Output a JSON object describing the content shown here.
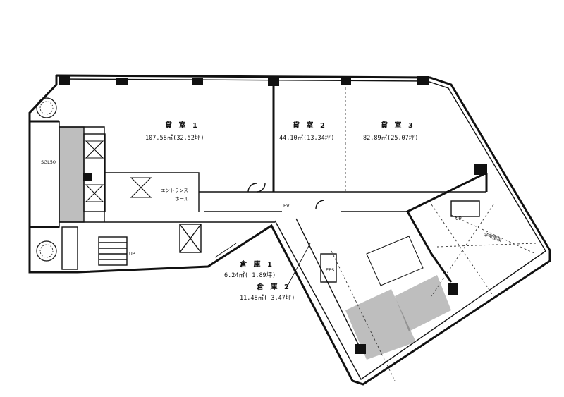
{
  "rooms": [
    {
      "name": "貸 室 1",
      "area": "107.58㎡(32.52坪)"
    },
    {
      "name": "貸 室 2",
      "area": "44.10㎡(13.34坪)"
    },
    {
      "name": "貸 室 3",
      "area": "82.89㎡(25.07坪)"
    },
    {
      "name": "倉 庫 1",
      "area": "6.24㎡( 1.89坪)"
    },
    {
      "name": "倉 庫 2",
      "area": "11.48㎡( 3.47坪)"
    }
  ],
  "labels": {
    "entrance": "エントランス",
    "hall": "ホール",
    "ev": "EV",
    "eps": "EPS",
    "up_left": "UP",
    "up_right": "UP",
    "sgl": "SGL50",
    "stairs_note": "非常階段"
  }
}
